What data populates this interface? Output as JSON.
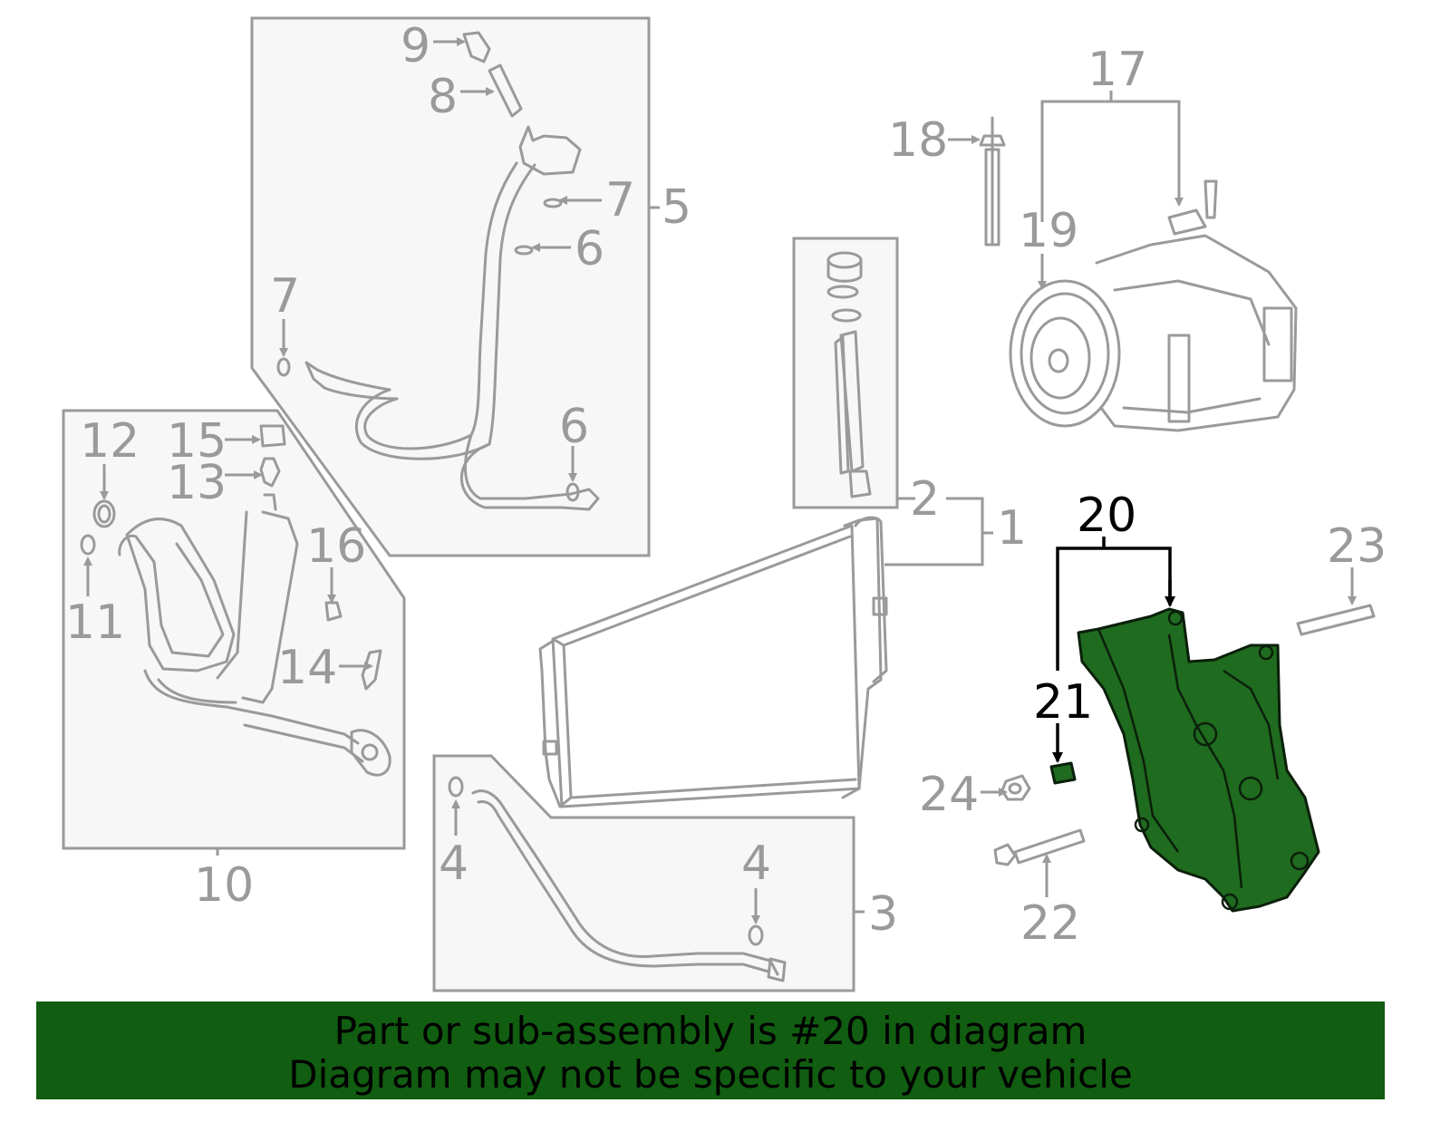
{
  "callouts": {
    "c1": "1",
    "c2": "2",
    "c3": "3",
    "c4a": "4",
    "c4b": "4",
    "c5": "5",
    "c6a": "6",
    "c6b": "6",
    "c7a": "7",
    "c7b": "7",
    "c8": "8",
    "c9": "9",
    "c10": "10",
    "c11": "11",
    "c12": "12",
    "c13": "13",
    "c14": "14",
    "c15": "15",
    "c16": "16",
    "c17": "17",
    "c18": "18",
    "c19": "19",
    "c20": "20",
    "c21": "21",
    "c22": "22",
    "c23": "23",
    "c24": "24"
  },
  "highlighted_part": "20",
  "colors": {
    "line": "#9a9a9a",
    "highlight": "#1f6b1f",
    "banner": "#115d11",
    "panel": "#f7f7f7"
  },
  "banner": {
    "line1": "Part or sub-assembly is #20 in diagram",
    "line2": "Diagram may not be specific to your vehicle"
  }
}
